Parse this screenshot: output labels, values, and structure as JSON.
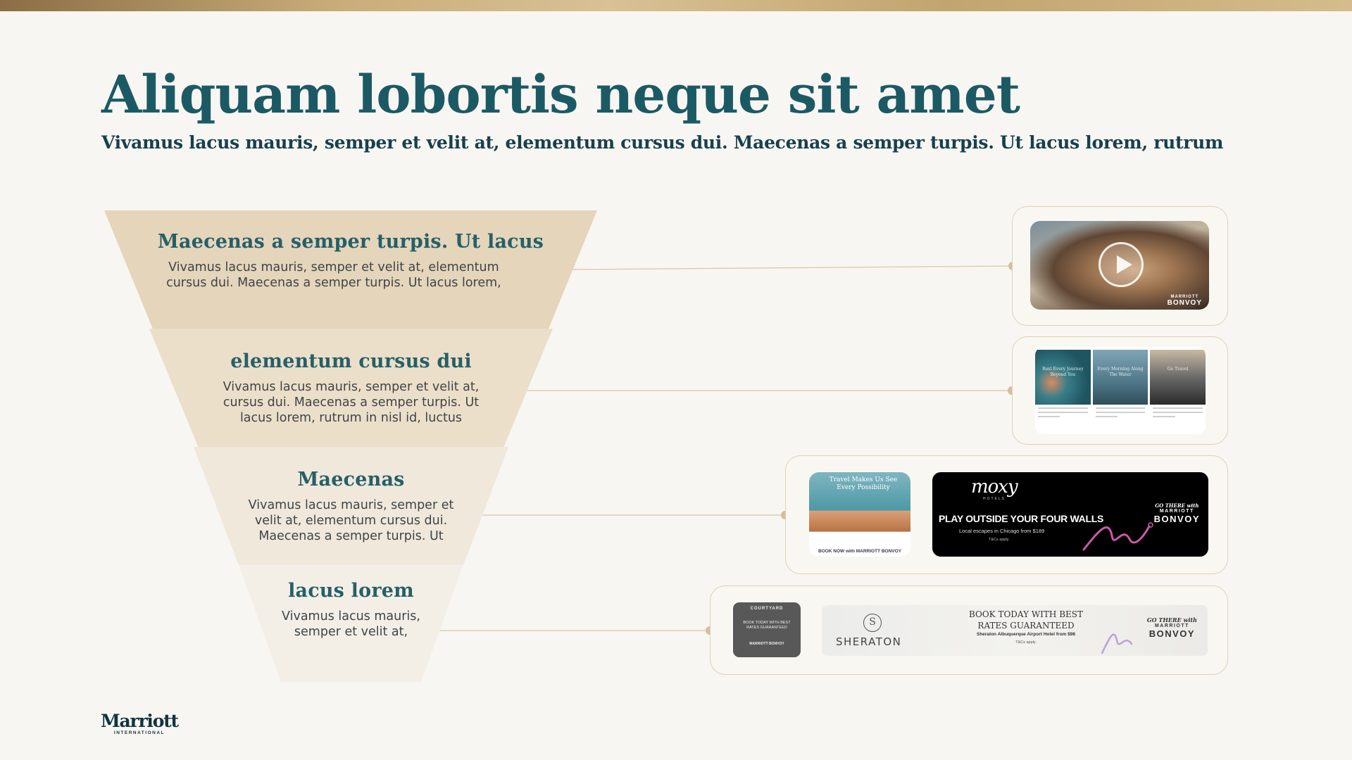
{
  "header": {
    "title": "Aliquam lobortis neque sit amet",
    "subtitle": "Vivamus lacus mauris, semper et velit at, elementum cursus dui. Maecenas a semper turpis. Ut lacus lorem, rutrum"
  },
  "funnel": [
    {
      "heading": "Maecenas a semper turpis. Ut lacus",
      "body": "Vivamus lacus mauris, semper et velit at, elementum cursus dui. Maecenas a semper turpis. Ut lacus lorem,"
    },
    {
      "heading": "elementum cursus dui",
      "body": "Vivamus lacus mauris, semper et velit at, cursus dui. Maecenas a semper turpis. Ut lacus lorem, rutrum in nisl id, luctus"
    },
    {
      "heading": "Maecenas",
      "body": "Vivamus lacus mauris, semper et velit at, elementum cursus dui. Maecenas a semper turpis. Ut"
    },
    {
      "heading": "lacus lorem",
      "body": "Vivamus lacus mauris, semper et velit at,"
    }
  ],
  "colors": {
    "accent_gold": "#c9ad79",
    "title_teal": "#1b5a65",
    "tier_1": "#e4d5bb",
    "tier_2": "#ebdfca",
    "tier_3": "#efe8db",
    "tier_4": "#f3efe6",
    "connector": "#d4bf97",
    "background": "#f8f6f2"
  },
  "cards": {
    "video": {
      "icon": "play-icon",
      "brand_line1": "MARRIOTT",
      "brand_line2": "BONVOY"
    },
    "social": {
      "caption_1": "Rest Every Journey Beyond You",
      "caption_2": "Every Morning Along The Water",
      "caption_3": "Go Travel"
    },
    "pool_ad": {
      "headline": "Travel Makes Us See Every Possibility",
      "cta": "BOOK NOW with MARRIOTT BONVOY"
    },
    "moxy_ad": {
      "logo": "moxy",
      "logo_sub": "HOTELS",
      "headline": "PLAY OUTSIDE YOUR FOUR WALLS",
      "sub": "Local escapes in Chicago from $189",
      "tc": "T&Cs apply.",
      "brand_go": "GO THERE with",
      "brand_marriott": "MARRIOTT",
      "brand_bonvoy": "BONVOY"
    },
    "courtyard_ad": {
      "logo": "COURTYARD",
      "headline": "BOOK TODAY WITH BEST RATES GUARANTEED",
      "brand": "MARRIOTT BONVOY"
    },
    "sheraton_ad": {
      "logo_letter": "S",
      "logo": "SHERATON",
      "headline": "BOOK TODAY WITH BEST RATES GUARANTEED",
      "sub": "Sheraton Albuquerque Airport Hotel from $98",
      "tc": "T&Cs apply.",
      "brand_go": "GO THERE with",
      "brand_marriott": "MARRIOTT",
      "brand_bonvoy": "BONVOY"
    }
  },
  "logo": {
    "name": "Marriott",
    "sub": "INTERNATIONAL"
  }
}
